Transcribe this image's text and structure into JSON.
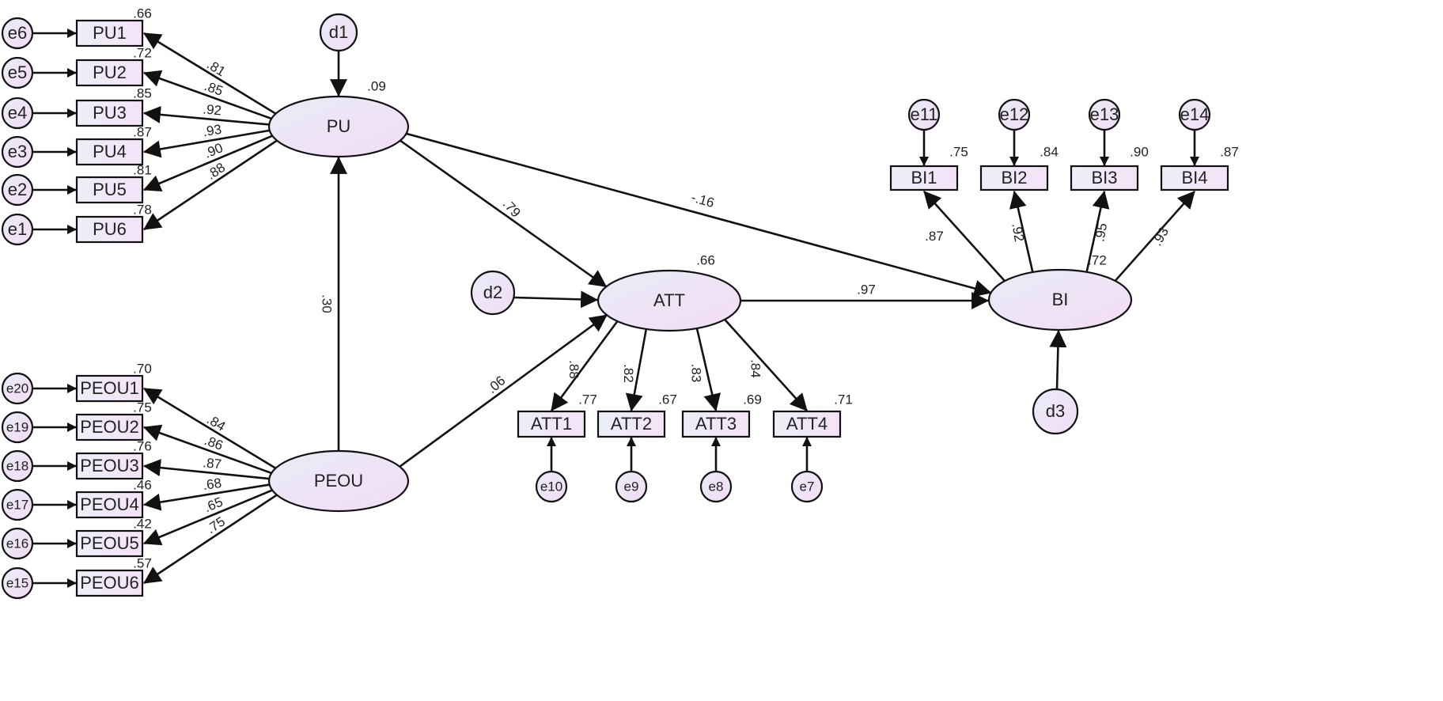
{
  "diagram": {
    "latent": {
      "pu": "PU",
      "peou": "PEOU",
      "att": "ATT",
      "bi": "BI",
      "pu_r2": ".09",
      "att_r2": ".66",
      "bi_r2": ".72"
    },
    "disturbances": {
      "d1": "d1",
      "d2": "d2",
      "d3": "d3"
    },
    "paths": {
      "peou_pu": ".30",
      "pu_att": ".79",
      "peou_att": ".06",
      "pu_bi": "-.16",
      "att_bi": ".97"
    },
    "pu_items": [
      {
        "name": "PU1",
        "error": "e6",
        "loading": ".81",
        "r2": ".66"
      },
      {
        "name": "PU2",
        "error": "e5",
        "loading": ".85",
        "r2": ".72"
      },
      {
        "name": "PU3",
        "error": "e4",
        "loading": ".92",
        "r2": ".85"
      },
      {
        "name": "PU4",
        "error": "e3",
        "loading": ".93",
        "r2": ".87"
      },
      {
        "name": "PU5",
        "error": "e2",
        "loading": ".90",
        "r2": ".81"
      },
      {
        "name": "PU6",
        "error": "e1",
        "loading": ".88",
        "r2": ".78"
      }
    ],
    "peou_items": [
      {
        "name": "PEOU1",
        "error": "e20",
        "loading": ".84",
        "r2": ".70"
      },
      {
        "name": "PEOU2",
        "error": "e19",
        "loading": ".86",
        "r2": ".75"
      },
      {
        "name": "PEOU3",
        "error": "e18",
        "loading": ".87",
        "r2": ".76"
      },
      {
        "name": "PEOU4",
        "error": "e17",
        "loading": ".68",
        "r2": ".46"
      },
      {
        "name": "PEOU5",
        "error": "e16",
        "loading": ".65",
        "r2": ".42"
      },
      {
        "name": "PEOU6",
        "error": "e15",
        "loading": ".75",
        "r2": ".57"
      }
    ],
    "att_items": [
      {
        "name": "ATT1",
        "error": "e10",
        "loading": ".88",
        "r2": ".77"
      },
      {
        "name": "ATT2",
        "error": "e9",
        "loading": ".82",
        "r2": ".67"
      },
      {
        "name": "ATT3",
        "error": "e8",
        "loading": ".83",
        "r2": ".69"
      },
      {
        "name": "ATT4",
        "error": "e7",
        "loading": ".84",
        "r2": ".71"
      }
    ],
    "bi_items": [
      {
        "name": "BI1",
        "error": "e11",
        "loading": ".87",
        "r2": ".75"
      },
      {
        "name": "BI2",
        "error": "e12",
        "loading": ".92",
        "r2": ".84"
      },
      {
        "name": "BI3",
        "error": "e13",
        "loading": ".95",
        "r2": ".90"
      },
      {
        "name": "BI4",
        "error": "e14",
        "loading": ".93",
        "r2": ".87"
      }
    ]
  }
}
